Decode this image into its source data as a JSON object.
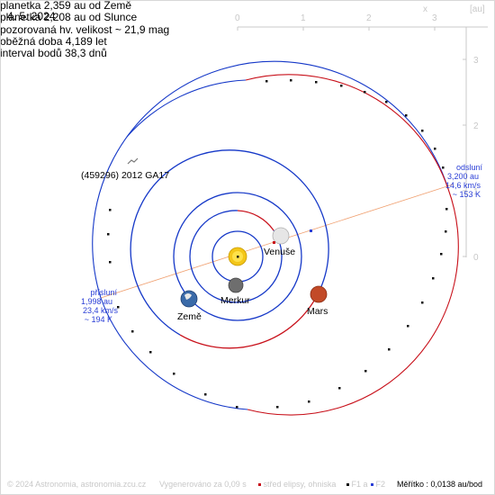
{
  "date": "4. 5. 2024",
  "info_lines": [
    "planetka 2,359 au od Země",
    "planetka 2,208 au od Slunce",
    "pozorovaná hv. velikost ~ 21,9 mag",
    "oběžná doba 4,189 let",
    "interval bodů 38,3 dnů"
  ],
  "asteroid_label": "(459296) 2012 GA17",
  "axes": {
    "x_letter": "x",
    "unit": "[au]",
    "x_ticks": [
      "0",
      "1",
      "2",
      "3"
    ],
    "y_ticks": [
      "3",
      "2",
      "1",
      "0"
    ]
  },
  "aphelion": {
    "title": "odsluní",
    "distance": "3,200 au",
    "speed": "14,6 km/s",
    "temperature": "~ 153 K"
  },
  "perihelion": {
    "title": "přísluní",
    "distance": "1,998 au",
    "speed": "23,4 km/s",
    "temperature": "~ 194 K"
  },
  "planets": [
    {
      "name": "Venuše",
      "color": "#e6e6e6"
    },
    {
      "name": "Merkur",
      "color": "#6e6e6e"
    },
    {
      "name": "Země",
      "color": "#3a6aa8"
    },
    {
      "name": "Mars",
      "color": "#c24a28"
    }
  ],
  "sun_color": "#f3c619",
  "footer": {
    "copyright": "© 2024 Astronomia, astronomia.zcu.cz",
    "generated": "Vygenerováno za 0,09 s",
    "center_label": "střed elipsy, ohniska",
    "f1_label": "F1 a",
    "f2_label": "F2",
    "scale_label": "Měřítko : 0,0138 au/bod"
  },
  "colors": {
    "orbit_blue": "#1538c8",
    "orbit_red": "#c8101a",
    "apse_line": "#f0a070",
    "axis_grey": "#c8c8c8"
  }
}
